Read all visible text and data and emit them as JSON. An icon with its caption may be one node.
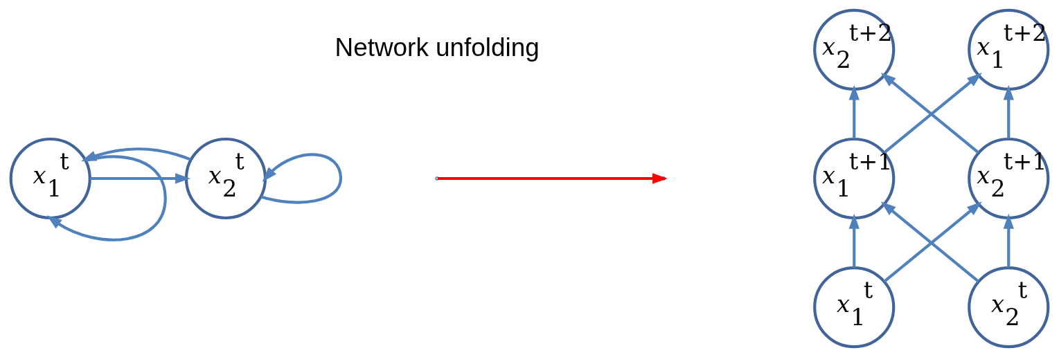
{
  "diagram": {
    "nodes": [
      {
        "text": [
          "x$_{1}$$^{t}$"
        ]
      },
      {
        "text": [
          "x$_{2}$$^{t}$"
        ]
      },
      {
        "text": [
          "x$_{1}$$^{t+2}$"
        ]
      },
      {
        "text": [
          "x$_{2}$$^{t+2}$"
        ]
      },
      {
        "text": [
          "x$_{1}$$^{t+1}$"
        ]
      },
      {
        "text": [
          "x$_{2}$$^{t+1}$"
        ]
      },
      {
        "text": [
          "x$_{1}$$^{t}$"
        ]
      },
      {
        "text": [
          "x$_{2}$$^{t}$"
        ]
      }
    ],
    "edges": [
      {
        "from": 0,
        "to": 0,
        "arrow": "to"
      },
      {
        "from": 1,
        "to": 0,
        "arrow": "to"
      },
      {
        "from": 0,
        "to": 1,
        "arrow": "to"
      },
      {
        "from": 1,
        "to": 1,
        "arrow": "to"
      },
      {
        "from": 4,
        "to": 2,
        "arrow": "to"
      },
      {
        "from": 4,
        "to": 3,
        "arrow": "to"
      },
      {
        "from": 5,
        "to": 2,
        "arrow": "to"
      },
      {
        "from": 5,
        "to": 3,
        "arrow": "to"
      },
      {
        "from": 6,
        "to": 4,
        "arrow": "to"
      },
      {
        "from": 6,
        "to": 5,
        "arrow": "to"
      },
      {
        "from": 7,
        "to": 4,
        "arrow": "to"
      },
      {
        "from": 7,
        "to": 5,
        "arrow": "to"
      }
    ],
    "labels": [
      "Network unfolding"
    ]
  }
}
